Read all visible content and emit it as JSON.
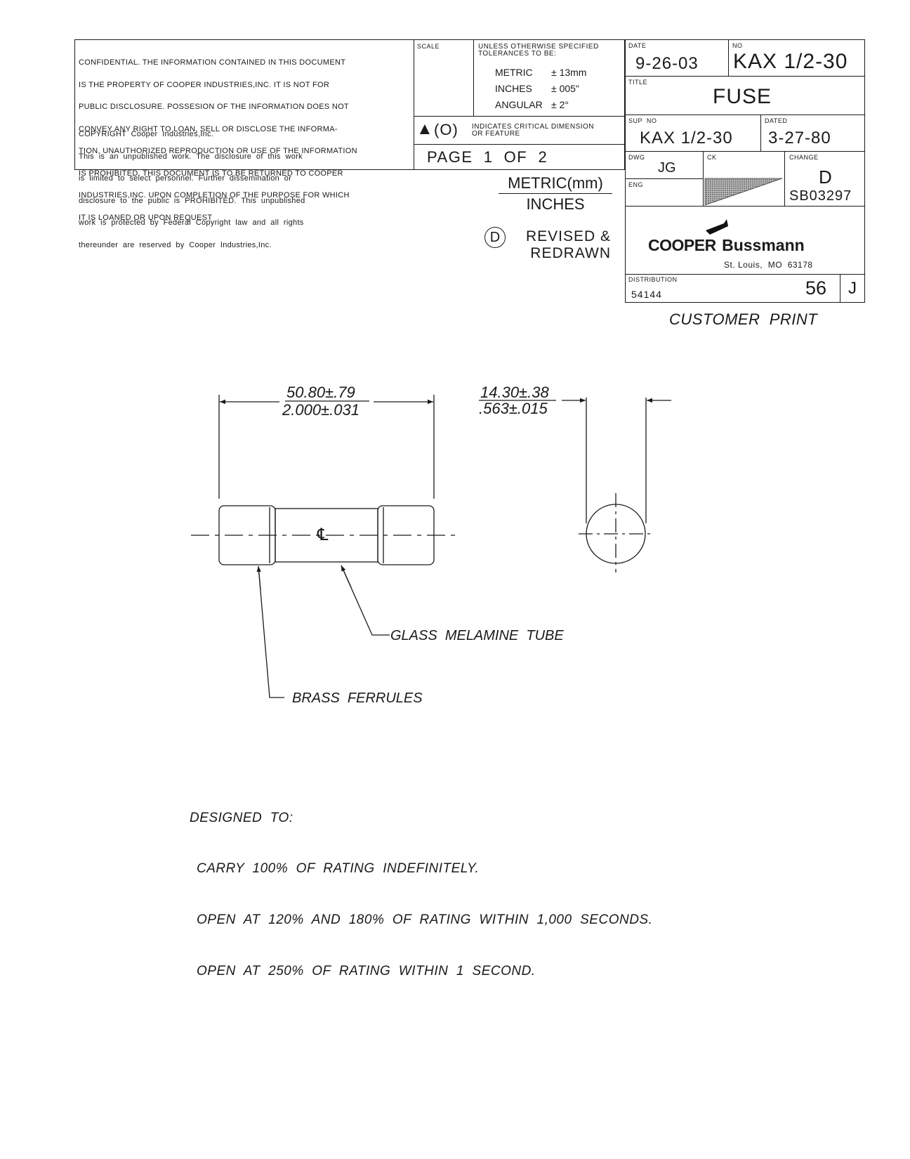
{
  "confidential": {
    "lines": [
      "CONFIDENTIAL. THE INFORMATION CONTAINED IN THIS DOCUMENT",
      "IS THE PROPERTY OF COOPER INDUSTRIES,INC. IT IS NOT FOR",
      "PUBLIC DISCLOSURE. POSSESION OF THE INFORMATION DOES NOT",
      "CONVEY ANY RIGHT TO LOAN, SELL OR DISCLOSE THE INFORMA-",
      "TION. UNAUTHORIZED REPRODUCTION OR USE OF THE INFORMATION",
      "IS PROHIBITED. THIS DOCUMENT IS TO BE RETURNED TO COOPER",
      "INDUSTRIES,INC. UPON COMPLETION OF THE PURPOSE FOR WHICH",
      "IT IS LOANED OR UPON REQUEST"
    ]
  },
  "copyright": {
    "lines": [
      "COPYRIGHT  Cooper  Industries,Inc.",
      "This  is  an  unpublished  work.  The  disclosure  of  this  work",
      "is  limited  to  select  personnel.  Further  dissemination  or",
      "disclosure  to  the  public  is  PROHIBITED.  This  unpublished",
      "work  is  protected  by  Federal  Copyright  law  and  all  rights",
      "thereunder  are  reserved  by  Cooper  Industries,Inc."
    ]
  },
  "scale_label": "SCALE",
  "tolerances": {
    "heading1": "UNLESS OTHERWISE SPECIFIED",
    "heading2": "TOLERANCES TO BE:",
    "rows": [
      {
        "label": "METRIC",
        "value": "± 13mm"
      },
      {
        "label": "INCHES",
        "value": "± 005\""
      },
      {
        "label": "ANGULAR",
        "value": "± 2°"
      }
    ]
  },
  "critical": {
    "symbol": "▲",
    "mark": "(O)",
    "line1": "INDICATES CRITICAL DIMENSION",
    "line2": "OR FEATURE"
  },
  "page_indicator": "PAGE  1  OF  2",
  "title_block": {
    "date_label": "DATE",
    "date": "9-26-03",
    "no_label": "NO",
    "no": "KAX 1/2-30",
    "title_label": "TITLE",
    "title": "FUSE",
    "sup_no_label": "SUP  NO",
    "sup_no": "KAX 1/2-30",
    "dated_label": "DATED",
    "dated": "3-27-80",
    "dwg_label": "DWG",
    "dwg": "JG",
    "ck_label": "CK",
    "eng_label": "ENG",
    "change_label": "CHANGE",
    "change": "D",
    "change_no": "SB03297",
    "company_a": "COOPER",
    "company_b": "Bussmann",
    "address": "St. Louis,  MO  63178",
    "distribution_label": "DISTRIBUTION",
    "distribution": "54144",
    "dist_num": "56",
    "dist_letter": "J"
  },
  "units_legend": {
    "metric": "METRIC(mm)",
    "inches": "INCHES"
  },
  "revision": {
    "symbol": "D",
    "line1": "REVISED &",
    "line2": "REDRAWN"
  },
  "customer_print": "CUSTOMER  PRINT",
  "drawing": {
    "length_metric": "50.80±.79",
    "length_inch": "2.000±.031",
    "diameter_metric": "14.30±.38",
    "diameter_inch": ".563±.015",
    "tube_label": "GLASS  MELAMINE  TUBE",
    "ferrule_label": "BRASS  FERRULES",
    "centerline_symbol": "℄"
  },
  "notes": {
    "heading": "DESIGNED  TO:",
    "lines": [
      "CARRY  100%  OF  RATING  INDEFINITELY.",
      "OPEN  AT  120%  AND  180%  OF  RATING  WITHIN  1,000  SECONDS.",
      "OPEN  AT  250%  OF  RATING  WITHIN  1  SECOND."
    ]
  }
}
